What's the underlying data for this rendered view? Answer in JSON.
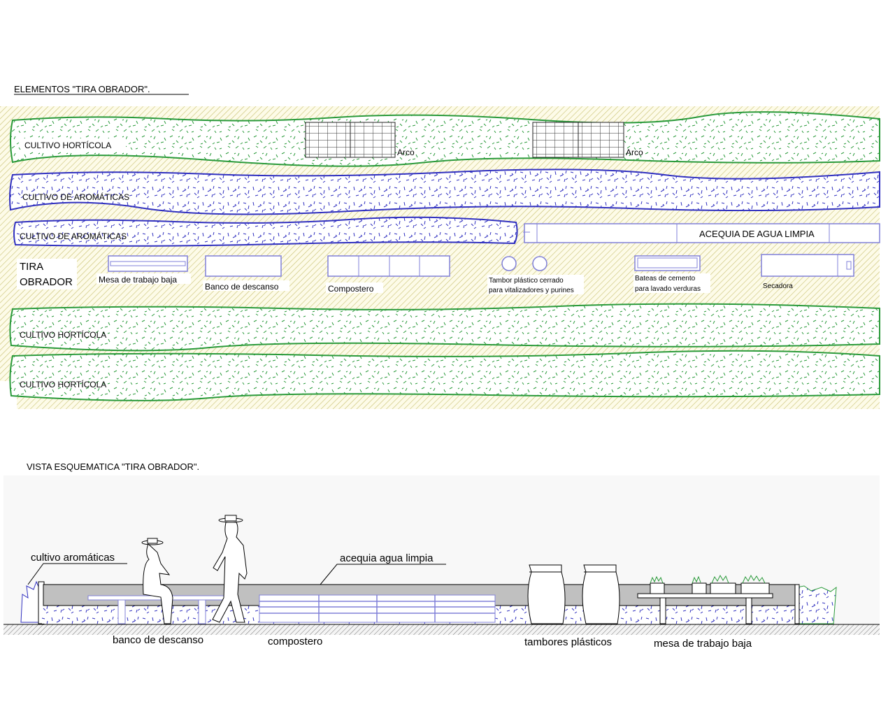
{
  "plan": {
    "title": "ELEMENTOS \"TIRA OBRADOR\".",
    "strips": [
      {
        "label": "CULTIVO HORTÍCOLA",
        "type": "horticola"
      },
      {
        "label": "CULTIVO DE AROMÁTICAS",
        "type": "aromaticas"
      },
      {
        "label": "CULTIVO DE AROMÁTICAS",
        "type": "aromaticas"
      },
      {
        "label": "CULTIVO HORTÍCOLA",
        "type": "horticola"
      },
      {
        "label": "CULTIVO HORTÍCOLA",
        "type": "horticola"
      }
    ],
    "arco_label": "Arco",
    "acequia": "ACEQUIA DE AGUA LIMPIA",
    "tira_obrador": [
      "TIRA",
      "OBRADOR"
    ],
    "elements": {
      "mesa": "Mesa de trabajo baja",
      "banco": "Banco de descanso",
      "compostero": "Compostero",
      "tambor": [
        "Tambor plástico cerrado",
        "para vitalizadores y purines"
      ],
      "bateas": [
        "Bateas de cemento",
        "para lavado verduras"
      ],
      "secadora": "Secadora"
    }
  },
  "section": {
    "title": "VISTA ESQUEMATICA \"TIRA OBRADOR\".",
    "labels": {
      "aromaticas": "cultivo aromáticas",
      "acequia": "acequia agua limpia",
      "banco": "banco de descanso",
      "compostero": "compostero",
      "tambores": "tambores plásticos",
      "mesa": "mesa de trabajo baja"
    }
  },
  "colors": {
    "hatch": "#c8c070",
    "green": "#2a9a3a",
    "blue": "#3030c0",
    "element": "#8080d8",
    "acequia_gray": "#c0c0c0"
  }
}
